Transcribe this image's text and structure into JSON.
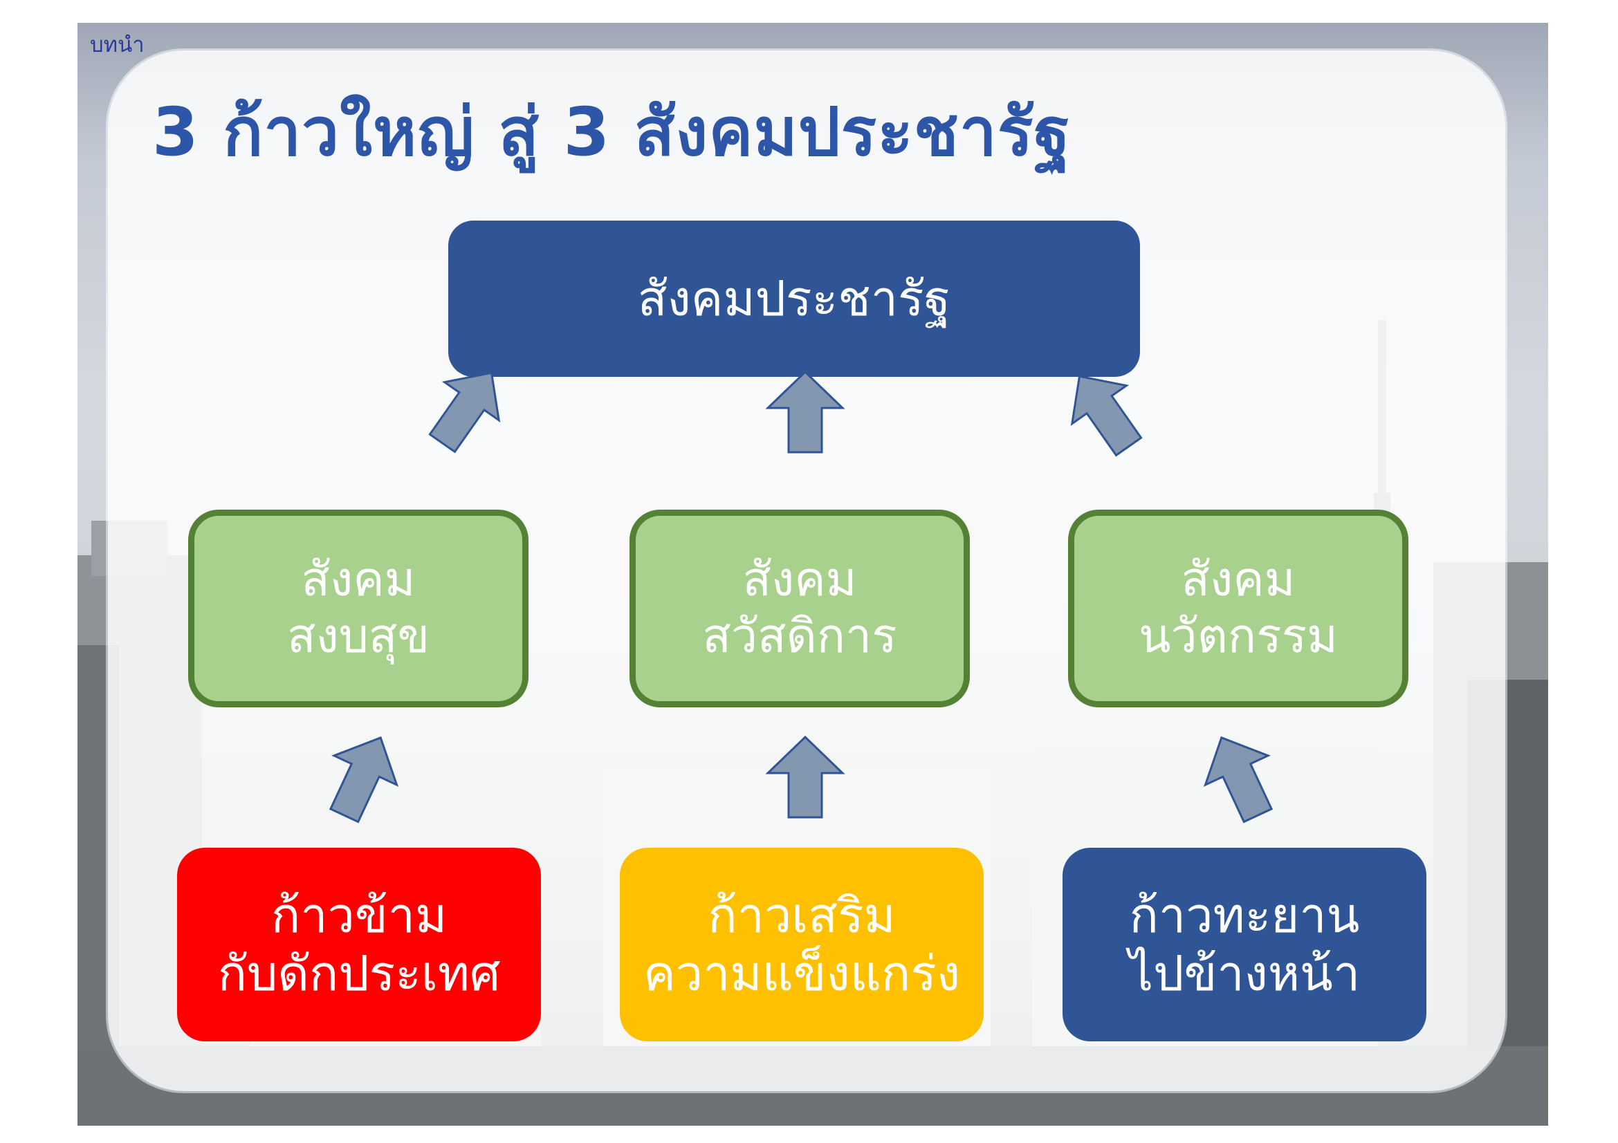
{
  "section_label": "บทนำ",
  "title": "3 ก้าวใหญ่ สู่ 3 สังคมประชารัฐ",
  "goal": {
    "label": "สังคมประชารัฐ",
    "color": "#2f5597"
  },
  "societies": [
    {
      "line1": "สังคม",
      "line2": "สงบสุข"
    },
    {
      "line1": "สังคม",
      "line2": "สวัสดิการ"
    },
    {
      "line1": "สังคม",
      "line2": "นวัตกรรม"
    }
  ],
  "society_colors": {
    "fill": "#a9d18e",
    "border": "#548235"
  },
  "steps": [
    {
      "line1": "ก้าวข้าม",
      "line2": "กับดักประเทศ",
      "color": "#ff0000"
    },
    {
      "line1": "ก้าวเสริม",
      "line2": "ความแข็งแกร่ง",
      "color": "#ffc000"
    },
    {
      "line1": "ก้าวทะยาน",
      "line2": "ไปข้างหน้า",
      "color": "#2f5597"
    }
  ],
  "arrow_colors": {
    "fill": "#8497b0",
    "stroke": "#2f5597"
  },
  "title_color": "#2e56a8",
  "icons": [
    "up-arrow-icon",
    "diagonal-arrow-icon"
  ]
}
